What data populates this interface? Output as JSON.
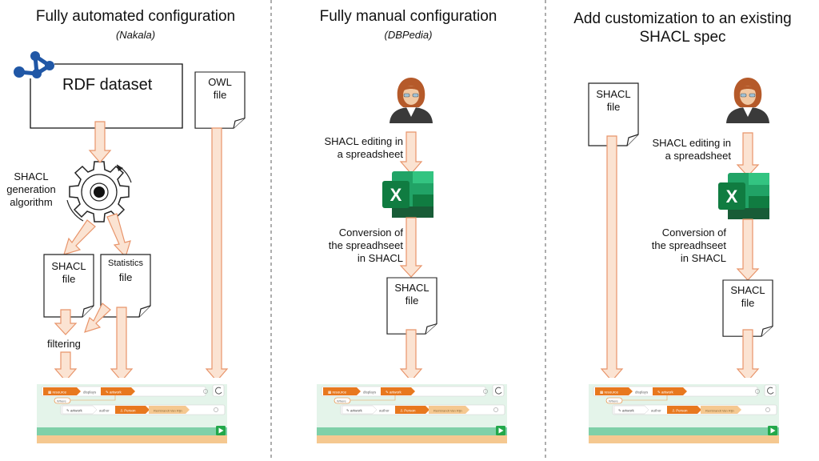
{
  "columns": [
    {
      "title": "Fully automated configuration",
      "subtitle": "(Nakala)"
    },
    {
      "title": "Fully manual configuration",
      "subtitle": "(DBPedia)"
    },
    {
      "title_line1": "Add customization to an existing",
      "title_line2": "SHACL spec"
    }
  ],
  "col1": {
    "rdf_label": "RDF dataset",
    "owl_line1": "OWL",
    "owl_line2": "file",
    "algo_line1": "SHACL",
    "algo_line2": "generation",
    "algo_line3": "algorithm",
    "shacl_line1": "SHACL",
    "shacl_line2": "file",
    "stats_line1": "Statistics",
    "stats_line2": "file",
    "filtering": "filtering"
  },
  "col2": {
    "edit_line1": "SHACL editing in",
    "edit_line2": "a spreadsheet",
    "conv_line1": "Conversion of",
    "conv_line2": "the spreadhseet",
    "conv_line3": "in SHACL",
    "shacl_line1": "SHACL",
    "shacl_line2": "file"
  },
  "col3": {
    "shacl_in_line1": "SHACL",
    "shacl_in_line2": "file",
    "edit_line1": "SHACL editing in",
    "edit_line2": "a spreadsheet",
    "conv_line1": "Conversion of",
    "conv_line2": "the spreadhseet",
    "conv_line3": "in SHACL",
    "shacl_line1": "SHACL",
    "shacl_line2": "file"
  },
  "excel_letter": "X",
  "colors": {
    "arrow_fill": "#fbe3d2",
    "arrow_stroke": "#e8946a",
    "excel_green": "#1d7044",
    "editor_green": "#bfe6d2",
    "editor_orange": "#f5c890",
    "chip_orange": "#e8781e"
  }
}
